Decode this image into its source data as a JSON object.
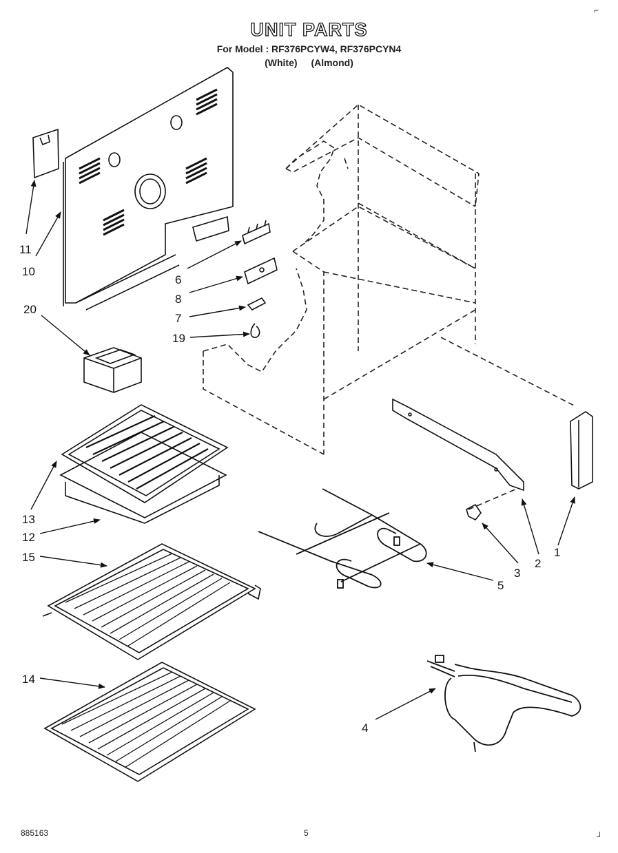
{
  "header": {
    "title": "UNIT PARTS",
    "model_line": "For Model : RF376PCYW4, RF376PCYN4",
    "colors": [
      "(White)",
      "(Almond)"
    ]
  },
  "callouts": [
    {
      "id": "c11",
      "label": "11"
    },
    {
      "id": "c10",
      "label": "10"
    },
    {
      "id": "c6",
      "label": "6"
    },
    {
      "id": "c8",
      "label": "8"
    },
    {
      "id": "c7",
      "label": "7"
    },
    {
      "id": "c19",
      "label": "19"
    },
    {
      "id": "c20",
      "label": "20"
    },
    {
      "id": "c13",
      "label": "13"
    },
    {
      "id": "c12",
      "label": "12"
    },
    {
      "id": "c15",
      "label": "15"
    },
    {
      "id": "c14",
      "label": "14"
    },
    {
      "id": "c5",
      "label": "5"
    },
    {
      "id": "c3",
      "label": "3"
    },
    {
      "id": "c2",
      "label": "2"
    },
    {
      "id": "c1",
      "label": "1"
    },
    {
      "id": "c4",
      "label": "4"
    }
  ],
  "footer": {
    "doc_number": "885163",
    "page_number": "5"
  }
}
